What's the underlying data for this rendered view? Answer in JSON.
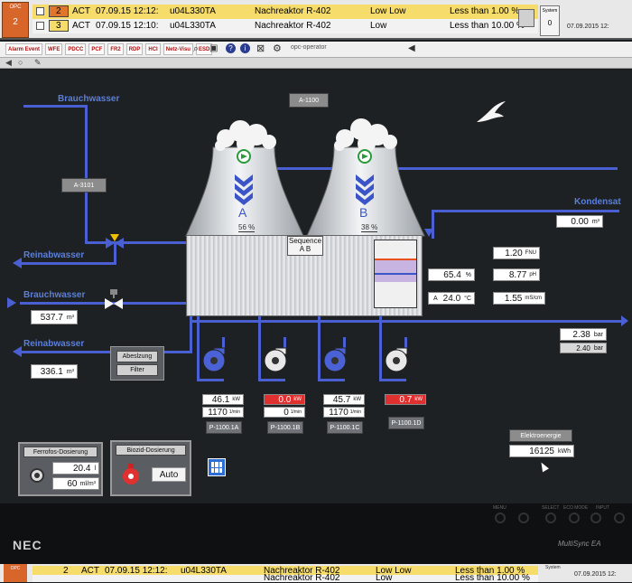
{
  "alarm_header": {
    "opc_label": "OPC",
    "opc_count": "2",
    "rows": [
      {
        "count": "2",
        "status": "ACT",
        "time": "07.09.15 12:12:",
        "tag": "u04L330TA",
        "location": "Nachreaktor R-402",
        "level": "Low Low",
        "condition": "Less than  1.00 %",
        "row_color": "#f6dc6a"
      },
      {
        "count": "3",
        "status": "ACT",
        "time": "07.09.15 12:10:",
        "tag": "u04L330TA",
        "location": "Nachreaktor R-402",
        "level": "Low",
        "condition": "Less than  10.00 %",
        "row_color": "#f2f2f2"
      }
    ],
    "system_label": "System",
    "system_count": "0",
    "date": "07.09.2015 12:"
  },
  "toolbar": {
    "buttons": [
      "Alarm Event",
      "WFE",
      "PDCC",
      "PCF",
      "FR2",
      "RDP",
      "HCI",
      "Netz-Visu",
      "ESD"
    ],
    "address": "opc-operator"
  },
  "hmi": {
    "labels": {
      "brauchwasser_top": "Brauchwasser",
      "reinabwasser_top": "Reinabwasser",
      "brauchwasser_mid": "Brauchwasser",
      "reinabwasser_bottom": "Reinabwasser",
      "kondensat": "Kondensat"
    },
    "tags": {
      "a1100": "A-1100",
      "a3101": "A-3101"
    },
    "towers": [
      {
        "letter": "A",
        "percent": "56 %"
      },
      {
        "letter": "B",
        "percent": "38 %"
      }
    ],
    "sequence": {
      "title": "Sequence",
      "value": "A   B"
    },
    "kondensat_value": "0.00",
    "kondensat_unit": "m³",
    "flow_brauchwasser": "537.7",
    "flow_brauchwasser_unit": "m³",
    "flow_reinabwasser": "336.1",
    "flow_reinabwasser_unit": "m³",
    "abs_box": {
      "top": "Abeslzung",
      "bottom": "Filter"
    },
    "basin": {
      "level": "65.4",
      "level_unit": "%",
      "temp_prefix": "A",
      "temp": "24.0",
      "temp_unit": "°C"
    },
    "quality": [
      {
        "value": "1.20",
        "unit": "FNU"
      },
      {
        "value": "8.77",
        "unit": "pH"
      },
      {
        "value": "1.55",
        "unit": "mS/cm"
      }
    ],
    "pressure": [
      {
        "value": "2.38",
        "unit": "bar"
      },
      {
        "value": "2.40",
        "unit": "bar"
      }
    ],
    "pumps": [
      {
        "name": "P-1100.1A",
        "power": "46.1",
        "power_unit": "kW",
        "speed": "1170",
        "speed_unit": "1/min",
        "alarm": false,
        "color": "#4a62d6"
      },
      {
        "name": "P-1100.1B",
        "power": "0.0",
        "power_unit": "kW",
        "speed": "0",
        "speed_unit": "1/min",
        "alarm": true,
        "color": "#e8e8e8"
      },
      {
        "name": "P-1100.1C",
        "power": "45.7",
        "power_unit": "kW",
        "speed": "1170",
        "speed_unit": "1/min",
        "alarm": false,
        "color": "#4a62d6"
      },
      {
        "name": "P-1100.1D",
        "power": "0.7",
        "power_unit": "kW",
        "speed": "",
        "speed_unit": "",
        "alarm": true,
        "color": "#e8e8e8"
      }
    ],
    "ferrofos": {
      "title": "Ferrofos-Dosierung",
      "value": "20.4",
      "unit": "l",
      "flow": "60",
      "flow_unit": "ml/m³"
    },
    "biozid": {
      "title": "Biozid-Dosierung",
      "mode": "Auto"
    },
    "elektro": {
      "title": "Elektroenergie",
      "value": "16125",
      "unit": "kWh"
    }
  },
  "monitor": {
    "brand": "NEC",
    "model": "MultiSync EA",
    "buttons": [
      "MENU",
      "SELECT",
      "ECO MODE",
      "INPUT"
    ]
  },
  "bottom_alarm": {
    "opc_label": "OPC",
    "rows": [
      {
        "count": "2",
        "status": "ACT",
        "time": "07.09.15 12:12:",
        "tag": "u04L330TA",
        "location": "Nachreaktor R-402",
        "level": "Low Low",
        "condition": "Less than  1.00 %"
      },
      {
        "count": "",
        "status": "",
        "time": "",
        "tag": "",
        "location": "Nachreaktor R-402",
        "level": "Low",
        "condition": "Less than  10.00 %"
      }
    ],
    "system_label": "System",
    "date": "07.09.2015 12:"
  }
}
